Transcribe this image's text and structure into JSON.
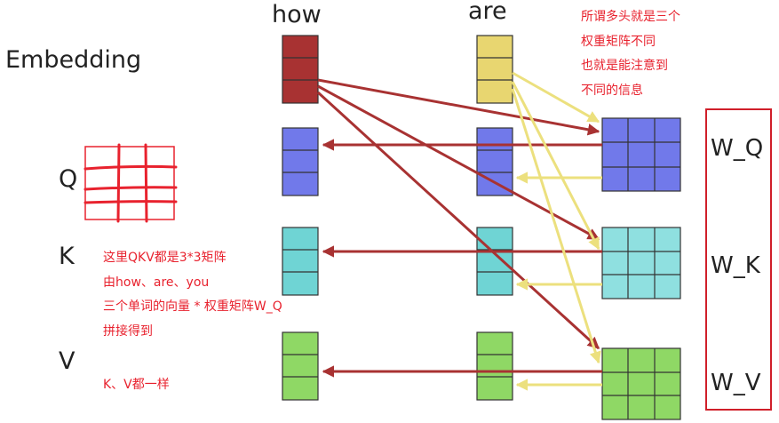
{
  "words": {
    "how": "how",
    "are": "are"
  },
  "labels": {
    "embedding": "Embedding",
    "q": "Q",
    "k": "K",
    "v": "V"
  },
  "weights": {
    "wq": "W_Q",
    "wk": "W_K",
    "wv": "W_V"
  },
  "notes": {
    "multihead": [
      "所谓多头就是三个",
      "权重矩阵不同",
      "也就是能注意到",
      "不同的信息"
    ],
    "qkv": [
      "这里QKV都是3*3矩阵",
      "由how、are、you",
      "三个单词的向量 * 权重矩阵W_Q",
      "拼接得到"
    ],
    "kv": "K、V都一样"
  },
  "colors": {
    "embedding_fill": "#a83232",
    "are_fill": "#e8d670",
    "q_fill": "#7179ea",
    "k_fill": "#6fd4d4",
    "k_matrix_fill": "#8fe0e0",
    "v_fill": "#8fd865",
    "red_arrow": "#a83232",
    "yellow_arrow": "#ece07e",
    "annotation_red": "#e8222e"
  }
}
